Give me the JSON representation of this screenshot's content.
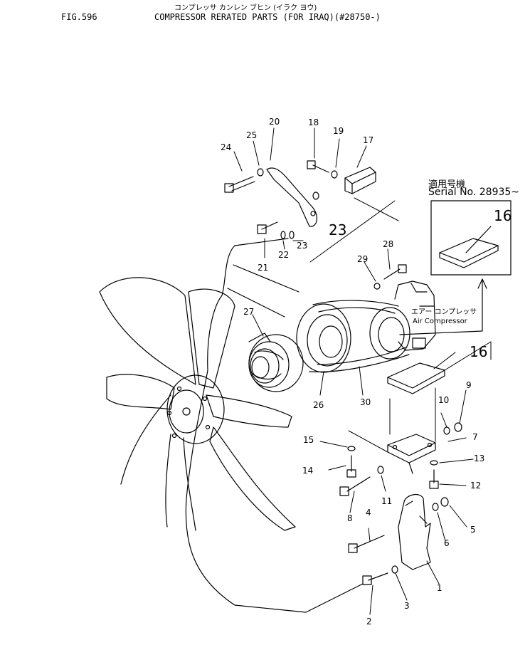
{
  "header": {
    "figure": "FIG.596",
    "title_jp": "コンプレッサ カンレン ブヒン (イラク ヨウ)",
    "title_en": "COMPRESSOR RERATED PARTS (FOR IRAQ)(#28750-)"
  },
  "serial": {
    "label_jp": "適用号機",
    "label_en": "Serial No. 28935~"
  },
  "compressor_label": {
    "jp": "エアー コンプレッサ",
    "en": "Air Compressor"
  },
  "part_numbers": [
    "1",
    "2",
    "3",
    "4",
    "5",
    "6",
    "7",
    "8",
    "9",
    "10",
    "11",
    "12",
    "13",
    "14",
    "15",
    "16",
    "16",
    "17",
    "18",
    "19",
    "20",
    "21",
    "22",
    "23",
    "23",
    "24",
    "25",
    "26",
    "27",
    "28",
    "29",
    "30"
  ]
}
